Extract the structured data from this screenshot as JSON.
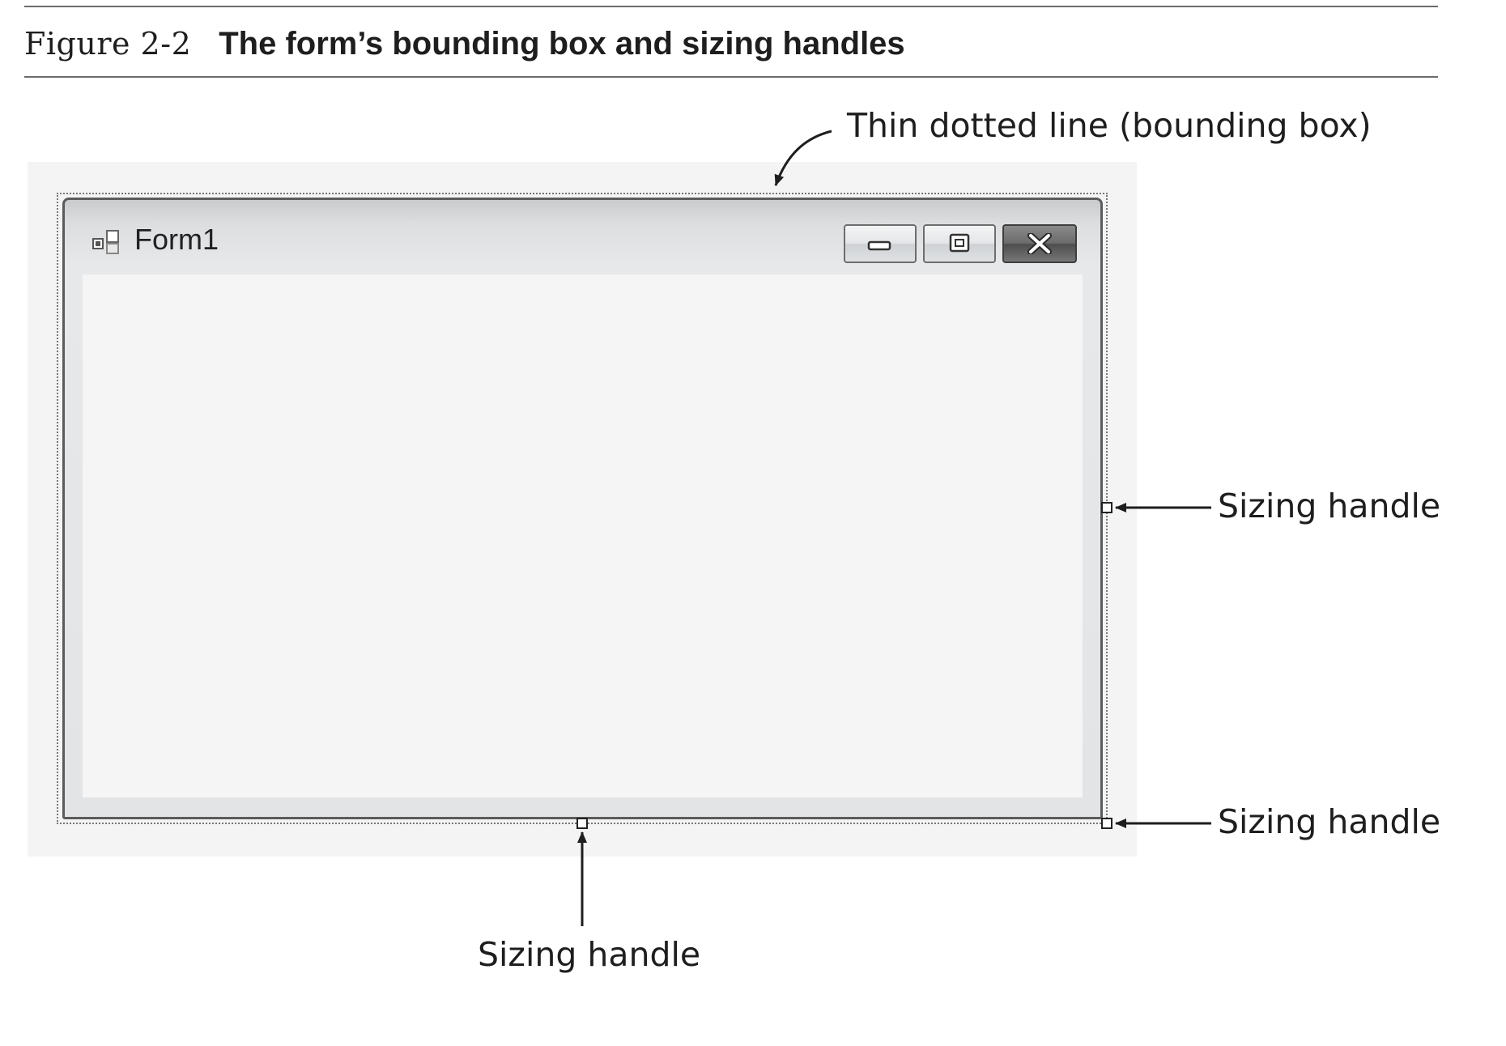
{
  "figure": {
    "number": "Figure 2-2",
    "title": "The form’s bounding box and sizing handles"
  },
  "form_window": {
    "title": "Form1",
    "app_icon": "form-app-icon",
    "caption_buttons": [
      {
        "name": "minimize",
        "icon": "minimize-icon"
      },
      {
        "name": "maximize",
        "icon": "maximize-icon"
      },
      {
        "name": "close",
        "icon": "close-icon"
      }
    ]
  },
  "callouts": {
    "bounding_box": "Thin dotted line (bounding box)",
    "handle_right": "Sizing handle",
    "handle_corner": "Sizing handle",
    "handle_bottom": "Sizing handle"
  },
  "colors": {
    "frame_border": "#5b5b5b",
    "client_area": "#f4f5f4",
    "close_button": "#6c6c6c",
    "annotation": "#1e1e1e"
  }
}
